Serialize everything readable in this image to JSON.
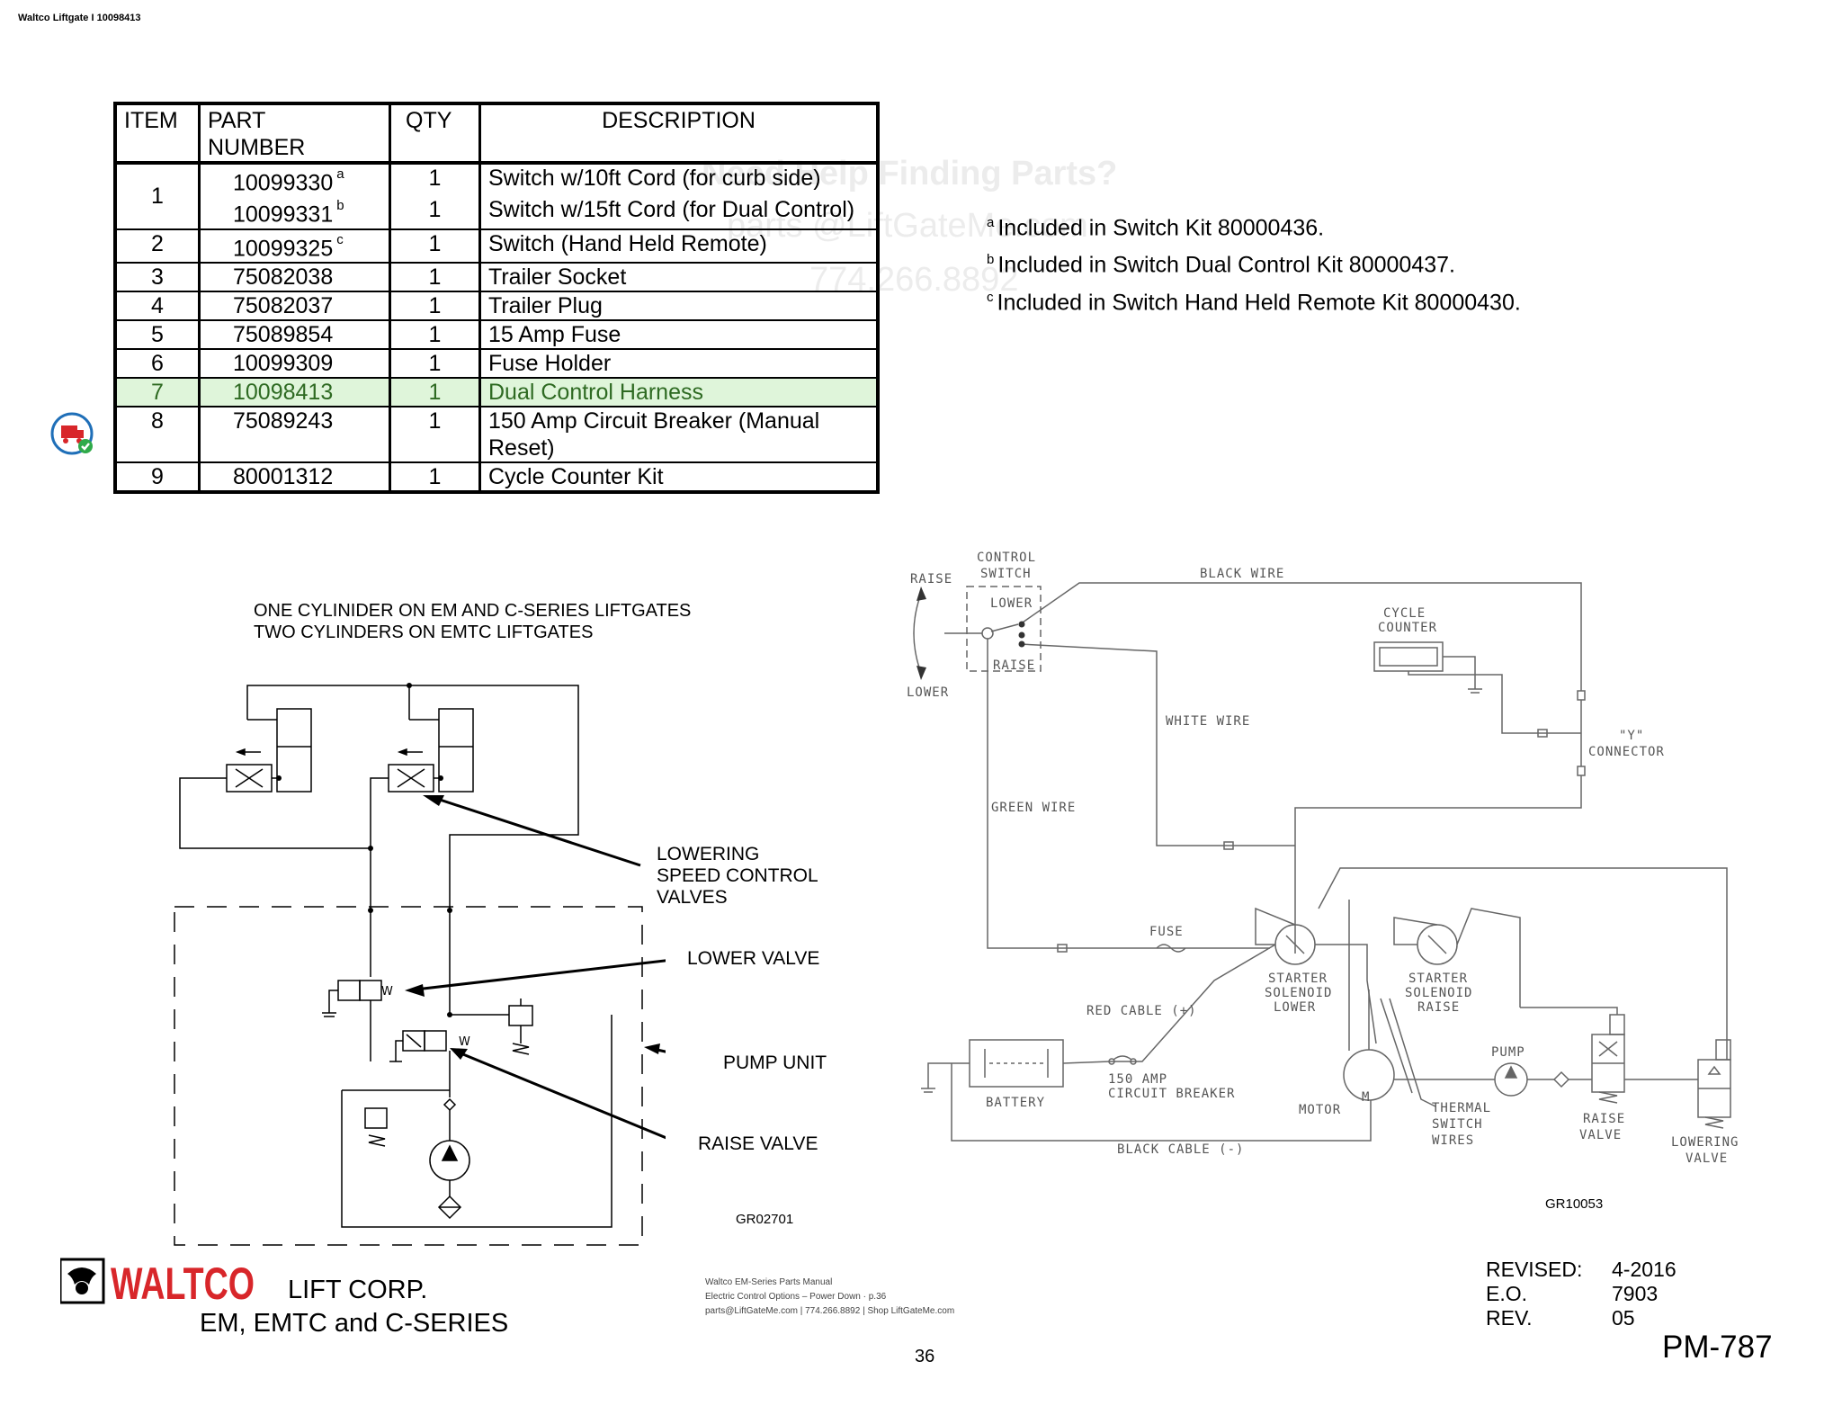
{
  "header": {
    "text": "Waltco Liftgate I 10098413"
  },
  "table": {
    "headers": {
      "item": "ITEM",
      "part_line1": "PART",
      "part_line2": "NUMBER",
      "qty": "QTY",
      "description": "DESCRIPTION"
    },
    "rows": [
      {
        "item": "1",
        "part": "10099330",
        "note": "a",
        "qty": "1",
        "description": "Switch w/10ft Cord (for curb side)"
      },
      {
        "part": "10099331",
        "note": "b",
        "qty": "1",
        "description": "Switch w/15ft Cord (for Dual Control)"
      },
      {
        "item": "2",
        "part": "10099325",
        "note": "c",
        "qty": "1",
        "description": "Switch (Hand Held Remote)"
      },
      {
        "item": "3",
        "part": "75082038",
        "qty": "1",
        "description": "Trailer Socket"
      },
      {
        "item": "4",
        "part": "75082037",
        "qty": "1",
        "description": "Trailer Plug"
      },
      {
        "item": "5",
        "part": "75089854",
        "qty": "1",
        "description": "15 Amp Fuse"
      },
      {
        "item": "6",
        "part": "10099309",
        "qty": "1",
        "description": "Fuse Holder"
      },
      {
        "item": "7",
        "part": "10098413",
        "qty": "1",
        "description": "Dual Control Harness"
      },
      {
        "item": "8",
        "part": "75089243",
        "qty": "1",
        "description": "150 Amp Circuit Breaker (Manual Reset)"
      },
      {
        "item": "9",
        "part": "80001312",
        "qty": "1",
        "description": "Cycle Counter Kit"
      }
    ],
    "highlight_color": "#dff5da"
  },
  "notes": [
    {
      "mark": "a",
      "text": "Included in Switch Kit 80000436."
    },
    {
      "mark": "b",
      "text": "Included in Switch Dual Control Kit 80000437."
    },
    {
      "mark": "c",
      "text": "Included in Switch Hand Held Remote Kit 80000430."
    }
  ],
  "watermark": {
    "line1": "Need Help Finding Parts?",
    "line2": "parts @LiftGateMe.com",
    "line3": "774.266.8892"
  },
  "hydraulic": {
    "title_line1": "ONE CYLINIDER ON EM AND C-SERIES LIFTGATES",
    "title_line2": "TWO CYLINDERS ON EMTC LIFTGATES",
    "lowering_l1": "LOWERING",
    "lowering_l2": "SPEED CONTROL",
    "lowering_l3": "VALVES",
    "lower_valve": "LOWER VALVE",
    "pump_unit": "PUMP UNIT",
    "raise_valve": "RAISE VALVE",
    "w": "W",
    "drawing_no": "GR02701"
  },
  "wiring": {
    "raise": "RAISE",
    "lower": "LOWER",
    "control_l1": "CONTROL",
    "control_l2": "SWITCH",
    "sw_lower": "LOWER",
    "sw_raise": "RAISE",
    "black_wire": "BLACK WIRE",
    "cycle_l1": "CYCLE",
    "cycle_l2": "COUNTER",
    "white_wire": "WHITE WIRE",
    "y_l1": "\"Y\"",
    "y_l2": "CONNECTOR",
    "green_wire": "GREEN WIRE",
    "fuse": "FUSE",
    "red_cable": "RED CABLE (+)",
    "ss_lower_l1": "STARTER",
    "ss_lower_l2": "SOLENOID",
    "ss_lower_l3": "LOWER",
    "ss_raise_l1": "STARTER",
    "ss_raise_l2": "SOLENOID",
    "ss_raise_l3": "RAISE",
    "pump": "PUMP",
    "battery": "BATTERY",
    "cb_l1": "150 AMP",
    "cb_l2": "CIRCUIT BREAKER",
    "motor": "MOTOR",
    "motor_m": "M",
    "thermal_l1": "THERMAL",
    "thermal_l2": "SWITCH",
    "thermal_l3": "WIRES",
    "raise_valve_l1": "RAISE",
    "raise_valve_l2": "VALVE",
    "lowering_valve_l1": "LOWERING",
    "lowering_valve_l2": "VALVE",
    "black_cable": "BLACK CABLE (-)",
    "drawing_no": "GR10053"
  },
  "footer": {
    "brand": "WALTCO",
    "line1": "LIFT CORP.",
    "line2": "EM, EMTC and C-SERIES",
    "info_line1": "Waltco EM-Series Parts Manual",
    "info_line2": "Electric Control Options – Power Down · p.36",
    "info_line3": "parts@LiftGateMe.com | 774.266.8892 | Shop LiftGateMe.com",
    "page_number": "36",
    "revised_label": "REVISED:",
    "revised_value": "4-2016",
    "eo_label": "E.O.",
    "eo_value": "7903",
    "rev_label": "REV.",
    "rev_value": "05",
    "doc_number": "PM-787",
    "brand_color": "#d8262a"
  }
}
